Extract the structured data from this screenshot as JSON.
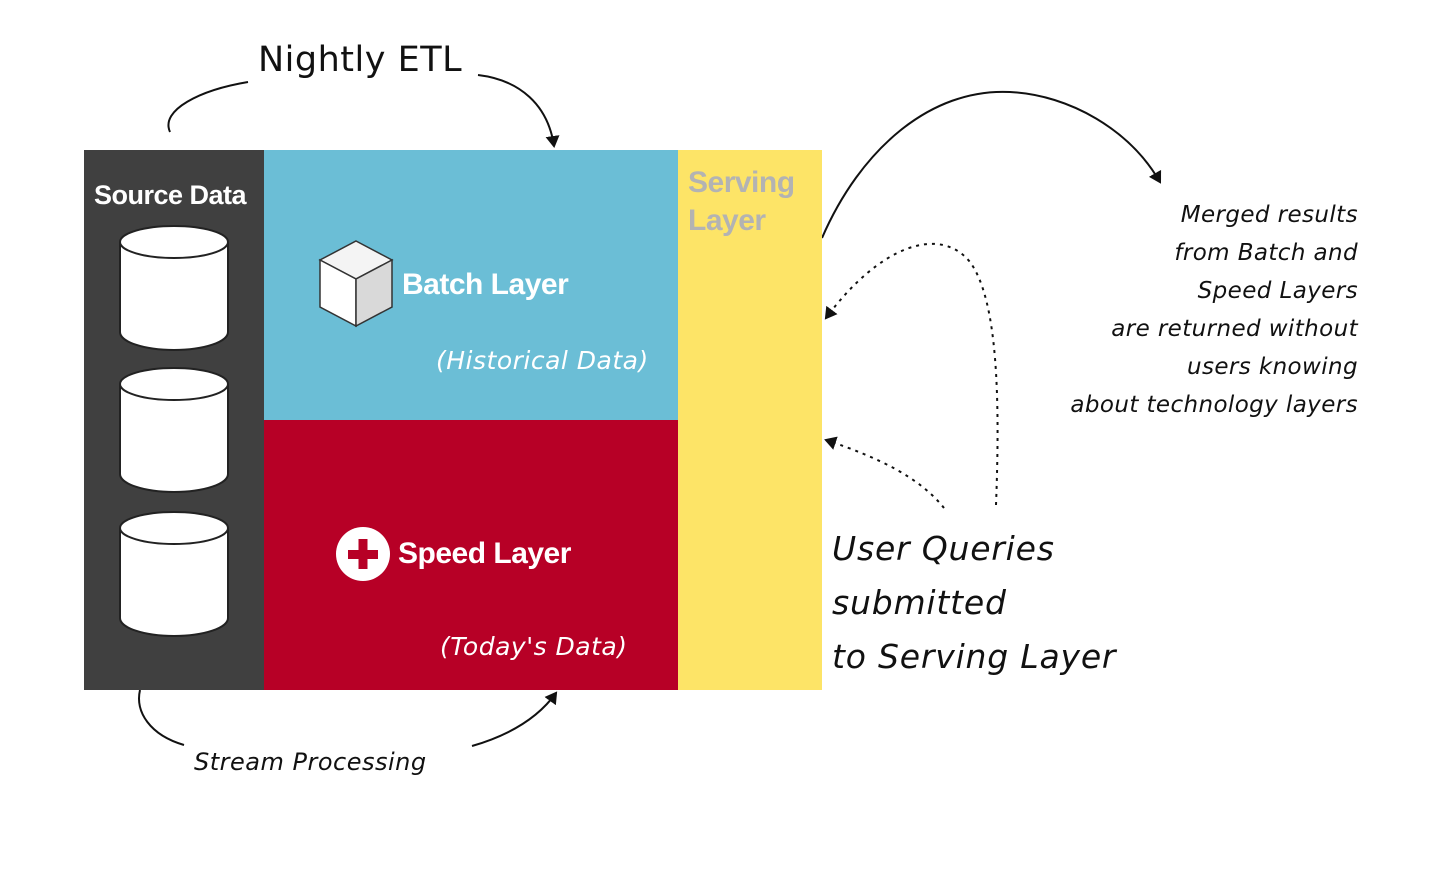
{
  "nightly_etl": "Nightly ETL",
  "stream_processing": "Stream Processing",
  "source": {
    "title": "Source Data",
    "databases": [
      "database-1",
      "database-2",
      "database-3"
    ]
  },
  "batch": {
    "title": "Batch Layer",
    "subtitle": "(Historical Data)",
    "icon": "cube-icon"
  },
  "speed": {
    "title": "Speed Layer",
    "subtitle": "(Today's Data)",
    "icon": "plus-icon"
  },
  "serving": {
    "title": "Serving Layer"
  },
  "queries": [
    "User Queries",
    "submitted",
    "to Serving Layer"
  ],
  "merged": [
    "Merged results",
    "from Batch and",
    "Speed Layers",
    "are returned without",
    "users knowing",
    "about technology layers"
  ],
  "colors": {
    "source": "#404040",
    "batch": "#6bbed6",
    "speed": "#b70026",
    "serving": "#fde467",
    "serving_text": "#b3b3b3",
    "ink": "#111111"
  }
}
